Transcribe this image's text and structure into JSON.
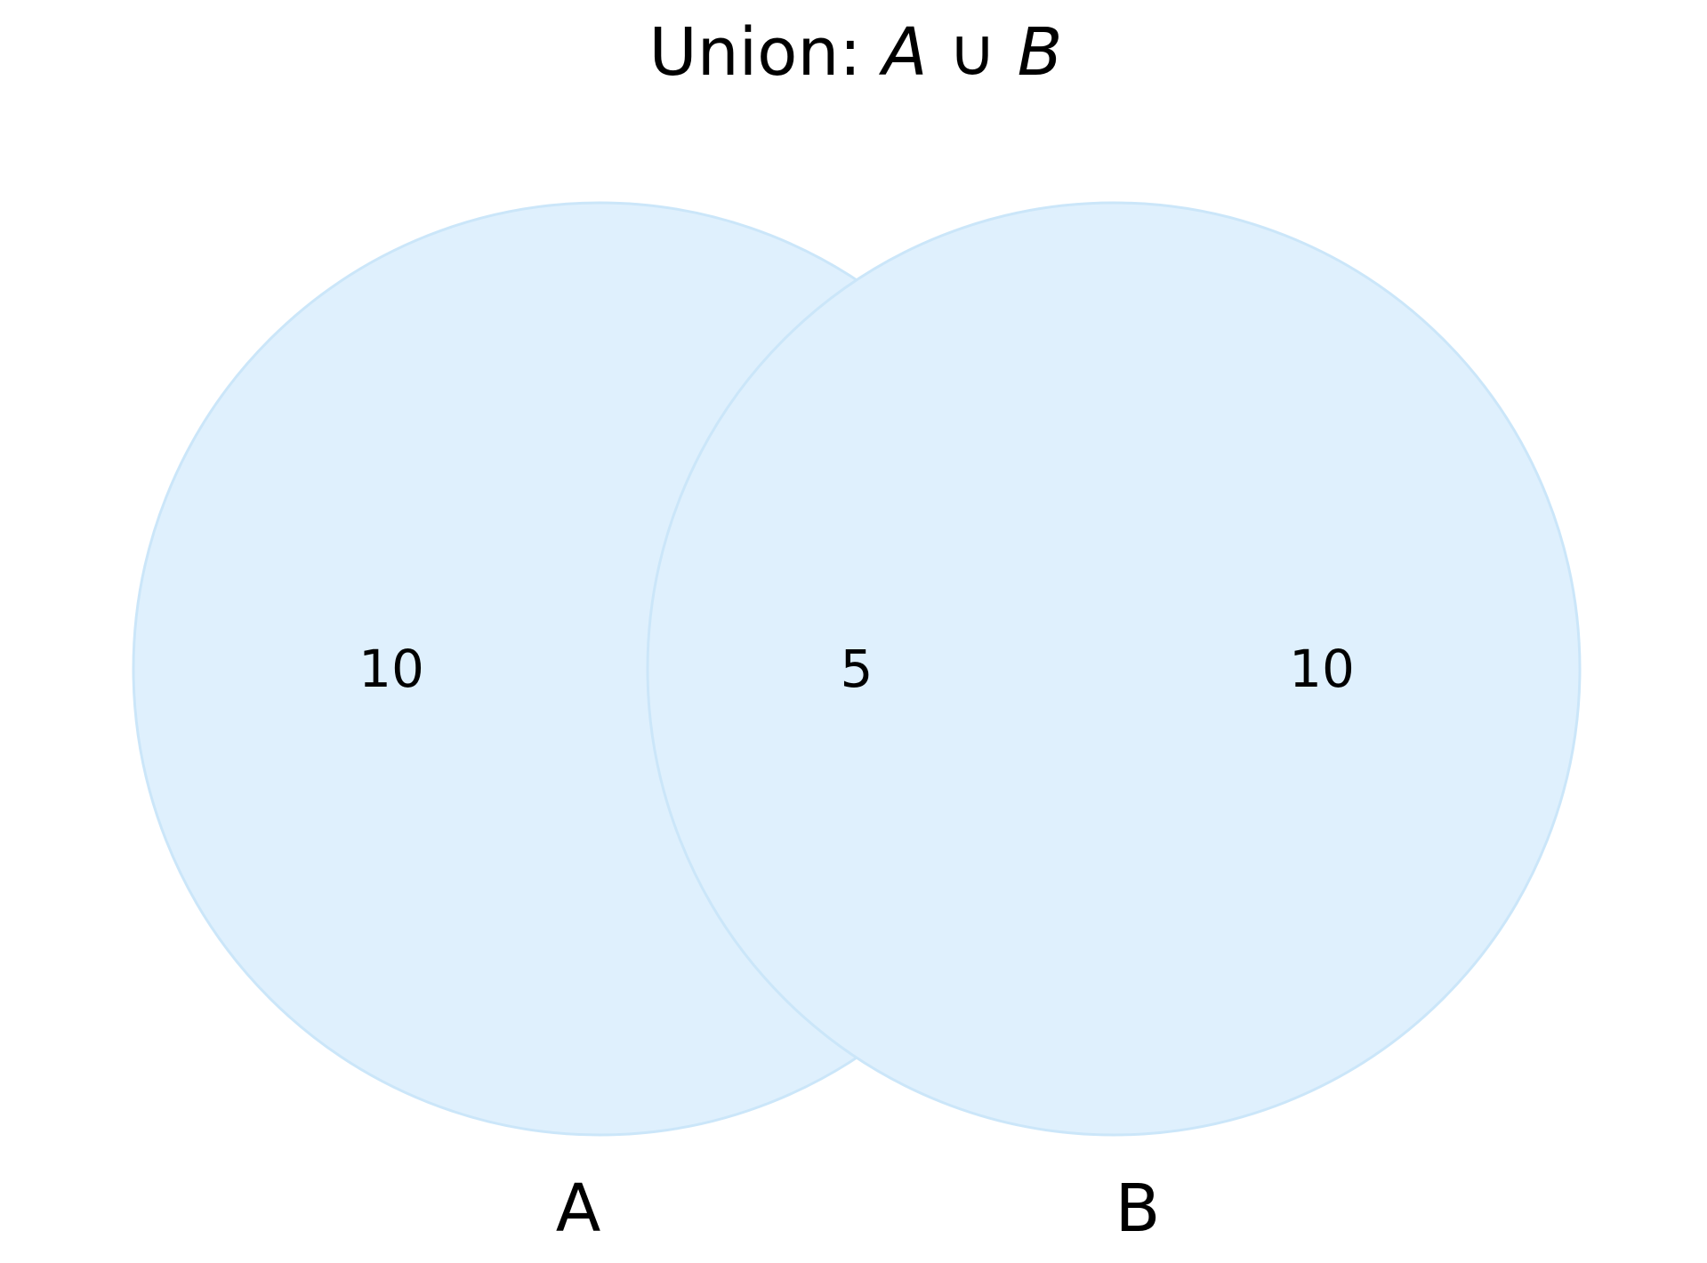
{
  "title": {
    "prefix": "Union: ",
    "set_a": "A",
    "operator": " ∪ ",
    "set_b": "B"
  },
  "sets": [
    {
      "name": "A",
      "only_count": "10"
    },
    {
      "name": "B",
      "only_count": "10"
    }
  ],
  "intersection_count": "5",
  "colors": {
    "fill": "#dff0fd",
    "stroke": "#cbe6f9",
    "text": "#000000"
  }
}
